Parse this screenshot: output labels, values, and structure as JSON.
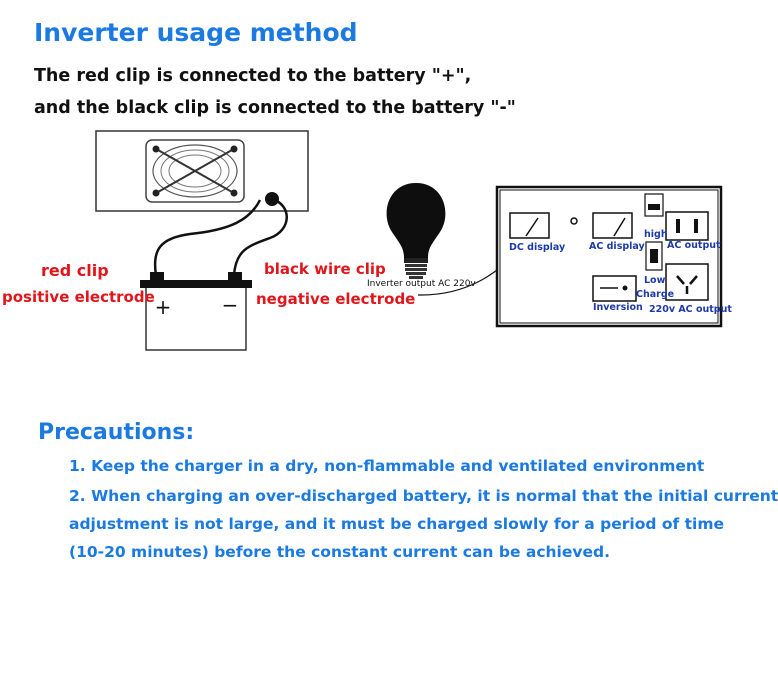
{
  "title": "Inverter usage method",
  "intro": {
    "line1": "The red clip is connected to the battery \"+\",",
    "line2": "and the black clip is connected to the battery \"-\""
  },
  "battery": {
    "plus_sign": "+",
    "minus_sign": "−",
    "red_clip_label": "red clip",
    "positive_label": "positive electrode",
    "black_clip_label": "black wire clip",
    "negative_label": "negative electrode"
  },
  "bulb": {
    "label": "Inverter output AC 220v"
  },
  "panel": {
    "dc_display": "DC display",
    "ac_display": "AC display",
    "high": "high",
    "low": "Low",
    "charge": "Charge",
    "ac_output": "AC output",
    "inversion": "Inversion",
    "ac_220_output": "220v AC output"
  },
  "precautions": {
    "title": "Precautions:",
    "line1": "1. Keep the charger in a dry, non-flammable and ventilated environment",
    "line2": "2. When charging an over-discharged battery, it is normal that the initial current",
    "line3": "adjustment is not large, and it must be charged slowly for a period of time",
    "line4": "(10-20 minutes) before the constant current can be achieved."
  },
  "colors": {
    "heading_blue": "#1a7ae2",
    "label_red": "#e0161b",
    "panel_label_blue": "#1d3aa8"
  },
  "icons": [
    "fan-icon",
    "battery-icon",
    "bulb-icon",
    "socket-icon",
    "meter-icon",
    "switch-icon"
  ]
}
